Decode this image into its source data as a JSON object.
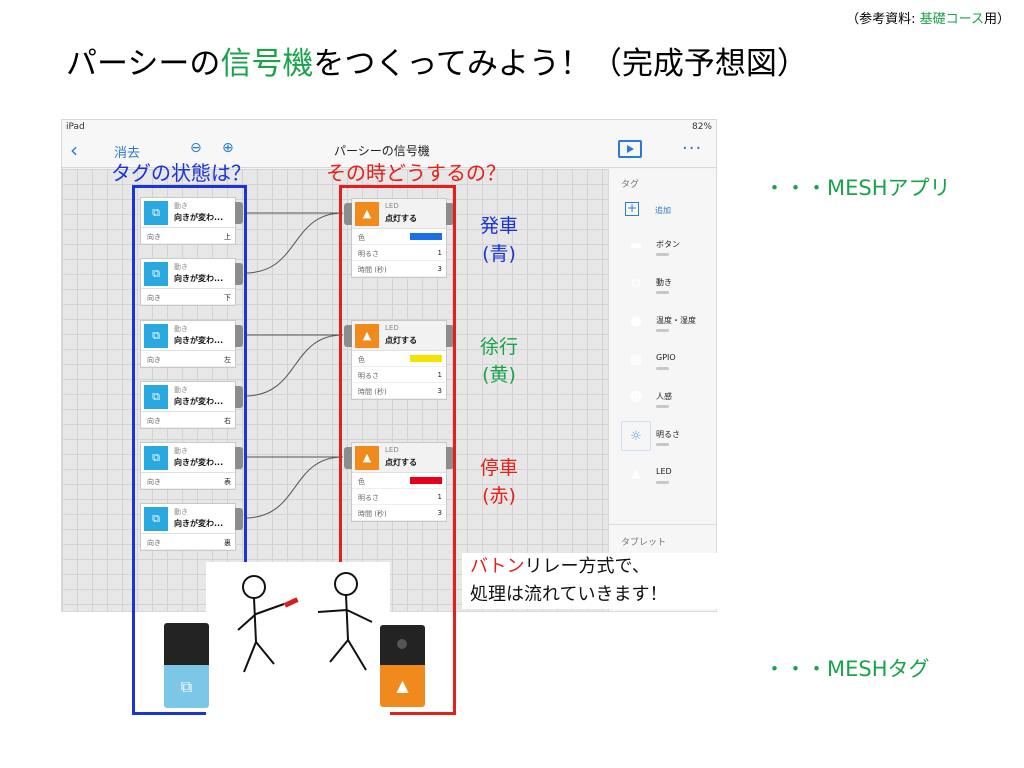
{
  "reference": {
    "prefix": "（参考資料: ",
    "highlight": "基礎コース",
    "suffix": "用）"
  },
  "title": {
    "part1": "パーシーの",
    "part2": "信号機",
    "part3": "をつくってみよう！（完成予想図）"
  },
  "ipad": {
    "status_left": "iPad",
    "status_right": "82%",
    "back_icon": "‹",
    "erase": "消去",
    "recipe_name": "パーシーの信号機"
  },
  "labels": {
    "tag_state": "タグの状態は？",
    "then_what": "その時どうするの？"
  },
  "motion_blocks": [
    {
      "kind": "動き",
      "name": "向きが変わ...",
      "param_key": "向き",
      "param_value": "上"
    },
    {
      "kind": "動き",
      "name": "向きが変わ...",
      "param_key": "向き",
      "param_value": "下"
    },
    {
      "kind": "動き",
      "name": "向きが変わ...",
      "param_key": "向き",
      "param_value": "左"
    },
    {
      "kind": "動き",
      "name": "向きが変わ...",
      "param_key": "向き",
      "param_value": "右"
    },
    {
      "kind": "動き",
      "name": "向きが変わ...",
      "param_key": "向き",
      "param_value": "表"
    },
    {
      "kind": "動き",
      "name": "向きが変わ...",
      "param_key": "向き",
      "param_value": "裏"
    }
  ],
  "led_blocks": [
    {
      "kind": "LED",
      "name": "点灯する",
      "color_key": "色",
      "color": "#1a6fe8",
      "brightness_key": "明るさ",
      "brightness": "1",
      "time_key": "時間 (秒)",
      "time": "3"
    },
    {
      "kind": "LED",
      "name": "点灯する",
      "color_key": "色",
      "color": "#f5e400",
      "brightness_key": "明るさ",
      "brightness": "1",
      "time_key": "時間 (秒)",
      "time": "3"
    },
    {
      "kind": "LED",
      "name": "点灯する",
      "color_key": "色",
      "color": "#e8001a",
      "brightness_key": "明るさ",
      "brightness": "1",
      "time_key": "時間 (秒)",
      "time": "3"
    }
  ],
  "signals": [
    {
      "line1": "発車",
      "line2": "(青)"
    },
    {
      "line1": "徐行",
      "line2": "(黄)"
    },
    {
      "line1": "停車",
      "line2": "(赤)"
    }
  ],
  "palette": {
    "tag_section": "タグ",
    "add": "追加",
    "items": [
      {
        "label": "ボタン",
        "color": "#8cc63f",
        "icon": "button-icon"
      },
      {
        "label": "動き",
        "color": "#2aa9e0",
        "icon": "motion-icon"
      },
      {
        "label": "温度・湿度",
        "color": "#7a5fc0",
        "icon": "thermometer-icon"
      },
      {
        "label": "GPIO",
        "color": "#a8a8a8",
        "icon": "gpio-icon"
      },
      {
        "label": "人感",
        "color": "#5fcfc0",
        "icon": "person-sensor-icon"
      },
      {
        "label": "明るさ",
        "color": "#ffffff",
        "icon": "brightness-icon"
      },
      {
        "label": "LED",
        "color": "#f08a1c",
        "icon": "led-icon"
      }
    ],
    "tablet_section": "タブレット"
  },
  "note": {
    "red": "バトン",
    "line1_rest": "リレー方式で、",
    "line2": "処理は流れていきます！"
  },
  "side": {
    "mesh_app": "・・・MESHアプリ",
    "mesh_tag": "・・・MESHタグ"
  },
  "colors": {
    "blue": "#1b34d6",
    "red": "#e3201b",
    "green": "#1aa34a"
  }
}
